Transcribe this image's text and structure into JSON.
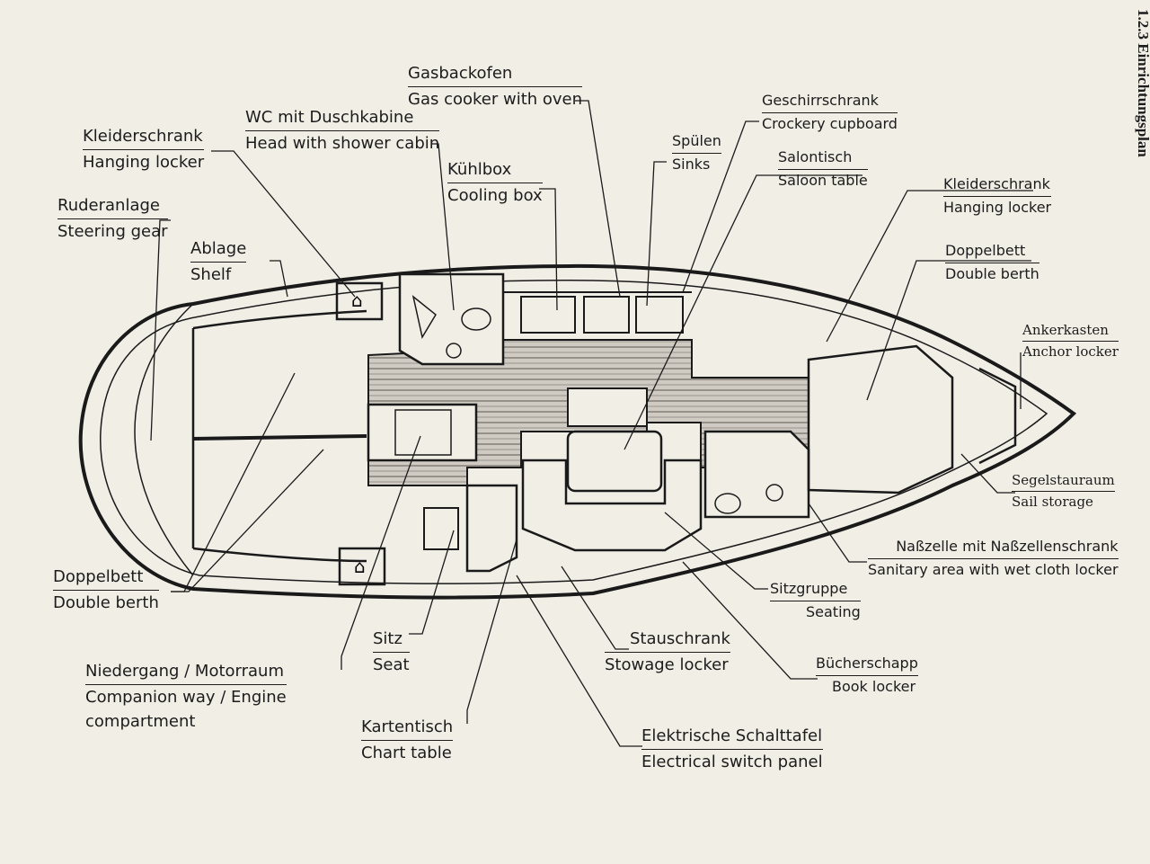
{
  "section_title": "1.2.3 Einrichtungsplan",
  "labels": {
    "gasbackofen": {
      "de": "Gasbackofen",
      "en": "Gas cooker with oven"
    },
    "wc": {
      "de": "WC mit Duschkabine",
      "en": "Head with shower cabin"
    },
    "kleiderschrank_aft": {
      "de": "Kleiderschrank",
      "en": "Hanging locker"
    },
    "kuehlbox": {
      "de": "Kühlbox",
      "en": "Cooling box"
    },
    "ruderanlage": {
      "de": "Ruderanlage",
      "en": "Steering gear"
    },
    "ablage": {
      "de": "Ablage",
      "en": "Shelf"
    },
    "spuelen": {
      "de": "Spülen",
      "en": "Sinks"
    },
    "geschirrschrank": {
      "de": "Geschirrschrank",
      "en": "Crockery cupboard"
    },
    "salontisch": {
      "de": "Salontisch",
      "en": "Saloon table"
    },
    "kleiderschrank_fwd": {
      "de": "Kleiderschrank",
      "en": "Hanging locker"
    },
    "doppelbett_fwd": {
      "de": "Doppelbett",
      "en": "Double berth"
    },
    "ankerkasten": {
      "de": "Ankerkasten",
      "en": "Anchor locker"
    },
    "segelstauraum": {
      "de": "Segelstauraum",
      "en": "Sail  storage"
    },
    "nasszelle": {
      "de": "Naßzelle mit Naßzellenschrank",
      "en": "Sanitary area with wet cloth locker"
    },
    "sitzgruppe": {
      "de": "Sitzgruppe",
      "en": "Seating"
    },
    "buecherschapp": {
      "de": "Bücherschapp",
      "en": "Book locker"
    },
    "stauschrank": {
      "de": "Stauschrank",
      "en": "Stowage locker"
    },
    "schalttafel": {
      "de": "Elektrische Schalttafel",
      "en": "Electrical switch panel"
    },
    "kartentisch": {
      "de": "Kartentisch",
      "en": "Chart table"
    },
    "sitz": {
      "de": "Sitz",
      "en": "Seat"
    },
    "niedergang": {
      "de": "Niedergang / Motorraum",
      "en": "Companion way / Engine",
      "en2": "compartment"
    },
    "doppelbett_aft": {
      "de": "Doppelbett",
      "en": "Double berth"
    }
  }
}
